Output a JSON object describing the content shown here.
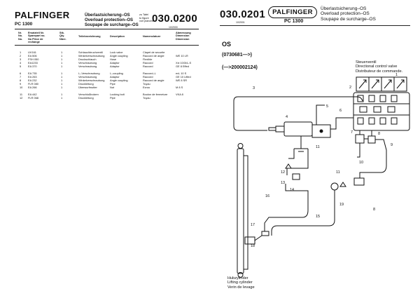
{
  "left": {
    "brand": "PALFINGER",
    "model": "PC 1300",
    "title_de": "Überlastsicherung–OS",
    "title_en": "Overload protection–OS",
    "title_fr": "Soupape de surcharge–OS",
    "note_1": "zu Tafel",
    "note_2": "to figure",
    "note_3": "voir planche",
    "doc_number": "030.0200",
    "doc_date": "10/2000",
    "headers": {
      "pos": "Nr.\nNo.\nNo.",
      "part": "Ersatzteil Nr.\nSparepart no.\nNo Pièce de\nrechange",
      "qty": "Stk.\nQty.\nNbre.",
      "de": "Teilebezeichnung",
      "en": "Description",
      "fr": "Nomenclature",
      "dim": "Abmessung\nDimension\nDimension"
    },
    "rows": [
      {
        "pos": "1",
        "part": "UV161",
        "qty": "1",
        "de": "Schlauchbruchventil",
        "en": "Lock valve",
        "fr": "Clapet de securite",
        "dim": ""
      },
      {
        "pos": "2",
        "part": "EA 506",
        "qty": "1",
        "de": "Winkelverschraubung",
        "en": "Angle coupling",
        "fr": "Raccord de angle",
        "dim": "WE 10 LR"
      },
      {
        "pos": "3",
        "part": "FSH 050",
        "qty": "1",
        "de": "Druckschlauch",
        "en": "Hose",
        "fr": "Flexible",
        "dim": ""
      },
      {
        "pos": "4",
        "part": "EA1233",
        "qty": "1",
        "de": "Verschraubung",
        "en": "Adaptor",
        "fr": "Raccord",
        "dim": "Xxi 10/3/4–S"
      },
      {
        "pos": "5",
        "part": "EA 370",
        "qty": "1",
        "de": "Verschraubung",
        "en": "Adaptor",
        "fr": "Raccord",
        "dim": "GE 8 Effed"
      },
      {
        "pos": "6",
        "part": "EA 735",
        "qty": "1",
        "de": "L–Verschraubung",
        "en": "L–coupling",
        "fr": "Raccord–L",
        "dim": "evL 10 S"
      },
      {
        "pos": "7",
        "part": "EA 263",
        "qty": "1",
        "de": "Verschraubung",
        "en": "Adaptor",
        "fr": "Raccord",
        "dim": "GE 10 Lifted"
      },
      {
        "pos": "8",
        "part": "EA 232",
        "qty": "1",
        "de": "Winkelverschraubung",
        "en": "Angle coupling",
        "fr": "Raccord de angle",
        "dim": "WE 8 SR"
      },
      {
        "pos": "9",
        "part": "FLR 080",
        "qty": "1",
        "de": "Druckleitung",
        "en": "Pipe",
        "fr": "Tuyau",
        "dim": ""
      },
      {
        "pos": "10",
        "part": "EA 266",
        "qty": "1",
        "de": "Überwurfmutter",
        "en": "Nut",
        "fr": "Ecrou",
        "dim": "M 8 S"
      },
      {
        "pos": "11",
        "part": "EA 442",
        "qty": "1",
        "de": "Verschlußbolzen",
        "en": "Locking bolt",
        "fr": "Boulon de fermeture",
        "dim": "VKA 8"
      },
      {
        "pos": "12",
        "part": "FLR 068",
        "qty": "1",
        "de": "Druckleitung",
        "en": "Pipe",
        "fr": "Tuyau",
        "dim": ""
      }
    ]
  },
  "right": {
    "doc_number": "030.0201",
    "doc_date": "10/2001",
    "brand": "PALFINGER",
    "model": "PC 1300",
    "title_de": "Überlastsicherung–OS",
    "title_en": "Overload protection–OS",
    "title_fr": "Soupape de surcharge–OS",
    "os_label": "OS",
    "range_1": "(0730681—>)",
    "range_2": "(—>200002124)",
    "valve_de": "Steuerventil",
    "valve_en": "Directional control valve",
    "valve_fr": "Distributeur de commande.",
    "cyl_de": "Hubzylinder",
    "cyl_en": "Lifting cylinder",
    "cyl_fr": "Verin de levage",
    "labels": [
      "1",
      "2",
      "3",
      "4",
      "5",
      "6",
      "7",
      "8",
      "9",
      "10",
      "11",
      "12",
      "13",
      "14",
      "15",
      "16",
      "17",
      "18",
      "19",
      "11",
      "8"
    ]
  }
}
